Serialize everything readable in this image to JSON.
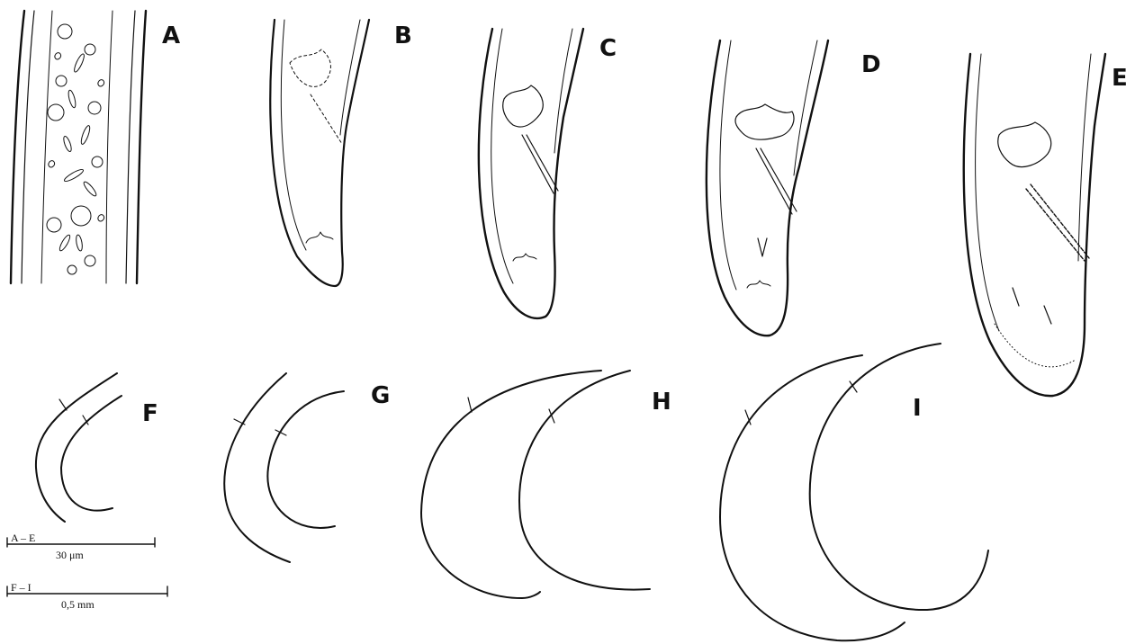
{
  "figure": {
    "panels": [
      {
        "id": "A",
        "label": "A",
        "subject": "body region with granular contents"
      },
      {
        "id": "B",
        "label": "B",
        "subject": "tail with rectum and anus"
      },
      {
        "id": "C",
        "label": "C",
        "subject": "tail with rectum and anus"
      },
      {
        "id": "D",
        "label": "D",
        "subject": "tail with rectum and anus"
      },
      {
        "id": "E",
        "label": "E",
        "subject": "tail with striated terminus"
      },
      {
        "id": "F",
        "label": "F",
        "subject": "habitus pair"
      },
      {
        "id": "G",
        "label": "G",
        "subject": "habitus pair"
      },
      {
        "id": "H",
        "label": "H",
        "subject": "habitus pair"
      },
      {
        "id": "I",
        "label": "I",
        "subject": "habitus pair"
      }
    ],
    "scale_bars": [
      {
        "range": "A – E",
        "value": "30 μm"
      },
      {
        "range": "F – I",
        "value": "0,5 mm"
      }
    ],
    "colors": {
      "ink": "#111111",
      "paper": "#ffffff"
    }
  }
}
